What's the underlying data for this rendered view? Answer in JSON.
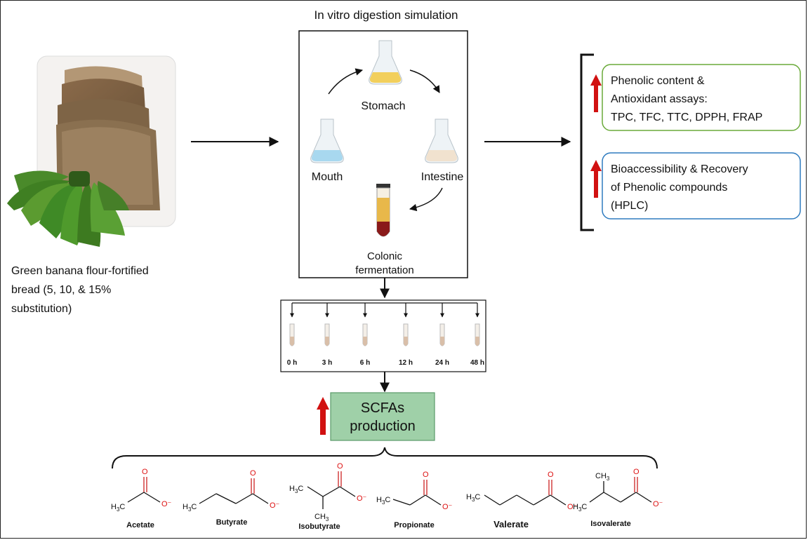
{
  "title": "In vitro digestion simulation",
  "bread": {
    "caption_lines": [
      "Green banana flour-fortified",
      "bread  (5, 10, & 15%",
      "substitution)"
    ]
  },
  "digestion": {
    "mouth": "Mouth",
    "stomach": "Stomach",
    "intestine": "Intestine",
    "colonic_lines": [
      "Colonic",
      "fermentation"
    ]
  },
  "timepoints": [
    "0 h",
    "3 h",
    "6 h",
    "12 h",
    "24 h",
    "48 h"
  ],
  "scfa_box_lines": [
    "SCFAs",
    "production"
  ],
  "outcomes": [
    {
      "lines": [
        "Phenolic content &",
        "Antioxidant assays:",
        "TPC, TFC, TTC, DPPH, FRAP"
      ],
      "border": "#6aaa3a"
    },
    {
      "lines": [
        "Bioaccessibility & Recovery",
        "of Phenolic compounds",
        "(HPLC)"
      ],
      "border": "#2e7bbf"
    }
  ],
  "scfas": {
    "acetate": "Acetate",
    "butyrate": "Butyrate",
    "isobutyrate": "Isobutyrate",
    "propionate": "Propionate",
    "valerate": "Valerate",
    "isovalerate": "Isovalerate"
  },
  "chem_labels": {
    "h3c": "H3C",
    "ch3": "CH3",
    "o": "O",
    "o_minus": "O⁻"
  },
  "colors": {
    "up_arrow": "#d11111",
    "scfa_box_fill": "#9fd0a8",
    "scfa_box_border": "#5a9a6a"
  },
  "icons": [
    "bread-image",
    "banana-image",
    "flask-icon",
    "tube-icon",
    "up-arrow-icon"
  ]
}
